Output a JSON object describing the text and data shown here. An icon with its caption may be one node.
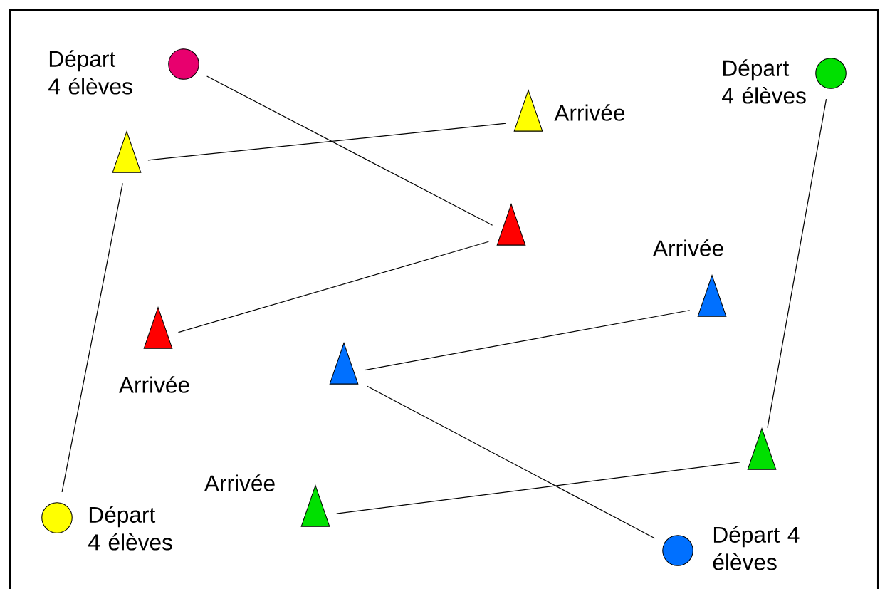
{
  "diagram": {
    "nodes": [
      {
        "text": [],
        "shape": "circle",
        "beside": [
          "Départ 4 élèves"
        ]
      },
      {
        "text": [],
        "shape": "circle",
        "beside": [
          "Départ 4 élèves"
        ]
      },
      {
        "text": [],
        "shape": "triangle",
        "beside": [
          "Arrivée"
        ]
      },
      {
        "text": [],
        "shape": "triangle"
      },
      {
        "text": [],
        "shape": "triangle"
      },
      {
        "text": [],
        "shape": "triangle",
        "beside": [
          "Arrivée"
        ]
      },
      {
        "text": [],
        "shape": "triangle",
        "beside": [
          "Arrivée"
        ]
      },
      {
        "text": [],
        "shape": "triangle"
      },
      {
        "text": [],
        "shape": "triangle"
      },
      {
        "text": [],
        "shape": "triangle",
        "beside": [
          "Arrivée"
        ]
      },
      {
        "text": [],
        "shape": "circle",
        "beside": [
          "Départ 4 élèves"
        ]
      },
      {
        "text": [],
        "shape": "circle",
        "beside": [
          "Départ 4 élèves"
        ]
      }
    ],
    "edges": [
      {
        "from": 0,
        "to": 4,
        "arrow": "none"
      },
      {
        "from": 4,
        "to": 6,
        "arrow": "none"
      },
      {
        "from": 10,
        "to": 3,
        "arrow": "none"
      },
      {
        "from": 3,
        "to": 2,
        "arrow": "none"
      },
      {
        "from": 1,
        "to": 8,
        "arrow": "none"
      },
      {
        "from": 8,
        "to": 9,
        "arrow": "none"
      },
      {
        "from": 11,
        "to": 7,
        "arrow": "none"
      },
      {
        "from": 7,
        "to": 5,
        "arrow": "none"
      }
    ]
  }
}
